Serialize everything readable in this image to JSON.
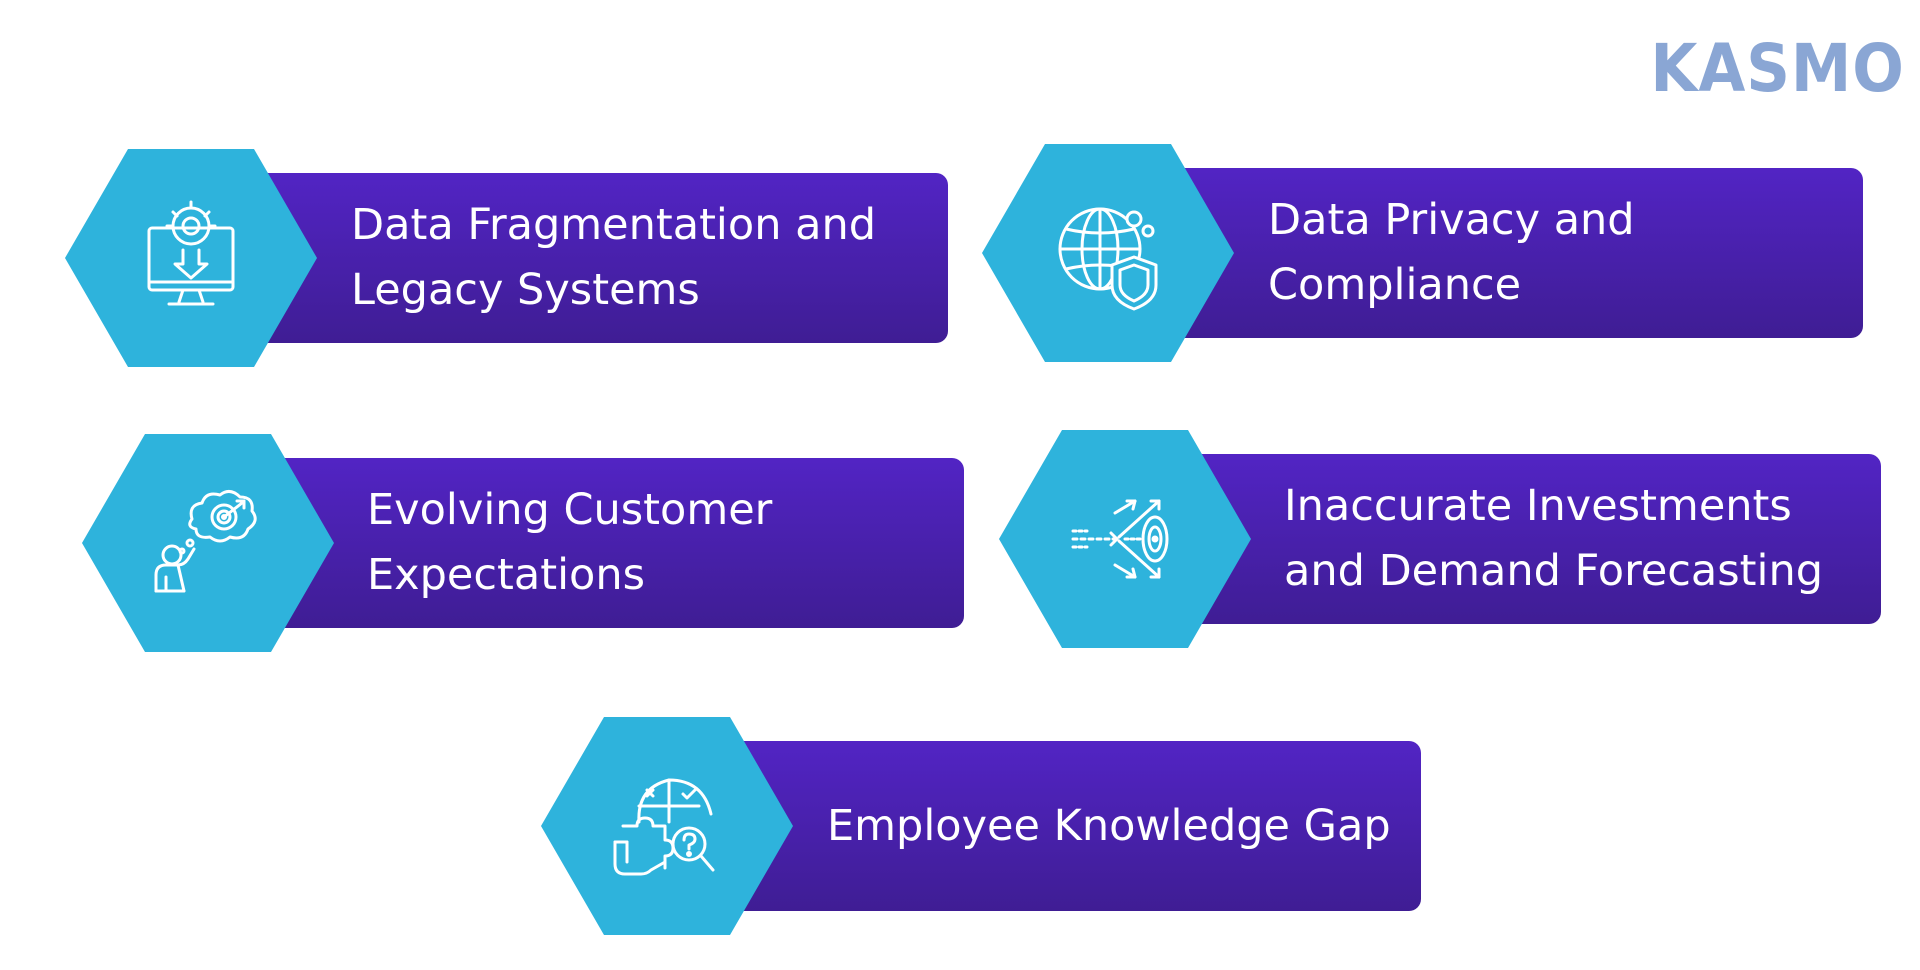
{
  "brand": {
    "logo_text": "KASMO",
    "logo_color": "#8aa6d4"
  },
  "colors": {
    "card_top": "#5224c4",
    "card_bottom": "#3f1d94",
    "hexagon": "#2eb3dc",
    "text": "#ffffff"
  },
  "items": [
    {
      "label": "Data Fragmentation and\nLegacy Systems",
      "icon": "monitor-gear-download-icon"
    },
    {
      "label": "Data Privacy and\nCompliance",
      "icon": "globe-shield-icon"
    },
    {
      "label": "Evolving Customer\nExpectations",
      "icon": "person-thought-target-icon"
    },
    {
      "label": "Inaccurate Investments\nand Demand Forecasting",
      "icon": "arrows-target-icon"
    },
    {
      "label": "Employee Knowledge Gap",
      "icon": "puzzle-magnifier-question-icon"
    }
  ]
}
